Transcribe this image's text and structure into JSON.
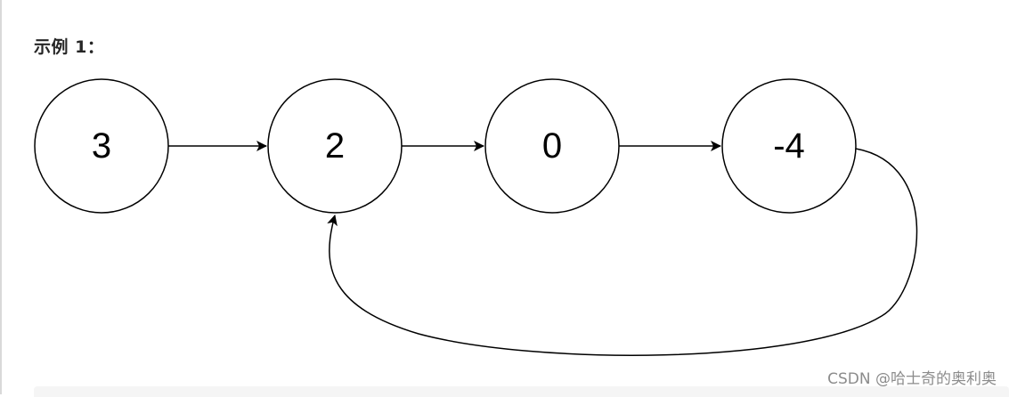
{
  "heading": "示例 1：",
  "nodes": [
    {
      "label": "3"
    },
    {
      "label": "2"
    },
    {
      "label": "0"
    },
    {
      "label": "-4"
    }
  ],
  "edges": [
    {
      "from": 0,
      "to": 1
    },
    {
      "from": 1,
      "to": 2
    },
    {
      "from": 2,
      "to": 3
    },
    {
      "from": 3,
      "to": 1
    }
  ],
  "watermark": "CSDN @哈士奇的奥利奥",
  "colors": {
    "stroke": "#000000",
    "heading": "#262626",
    "watermark": "#8c8c8c",
    "code_block_bg": "#f5f5f5"
  }
}
